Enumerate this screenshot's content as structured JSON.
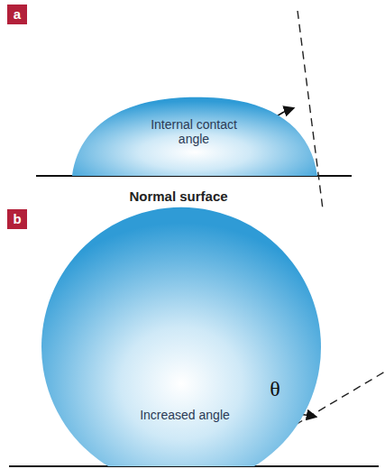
{
  "diagram": {
    "nodes": [
      {
        "text": [
          "a"
        ]
      },
      {
        "text": [
          "Internal contact angle"
        ]
      },
      {
        "text": [
          "b"
        ]
      },
      {
        "text": [
          "Increased angle",
          "θ"
        ]
      }
    ],
    "labels": [
      "Normal surface"
    ]
  }
}
